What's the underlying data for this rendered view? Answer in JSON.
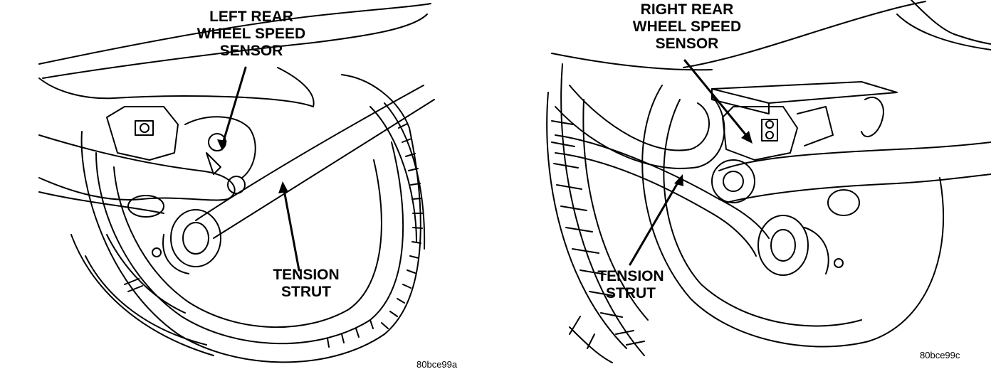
{
  "left": {
    "sensor_label": [
      "LEFT REAR",
      "WHEEL SPEED",
      "SENSOR"
    ],
    "strut_label": [
      "TENSION",
      "STRUT"
    ],
    "figure_code": "80bce99a"
  },
  "right": {
    "sensor_label": [
      "RIGHT REAR",
      "WHEEL SPEED",
      "SENSOR"
    ],
    "strut_label": [
      "TENSION",
      "STRUT"
    ],
    "figure_code": "80bce99c"
  }
}
